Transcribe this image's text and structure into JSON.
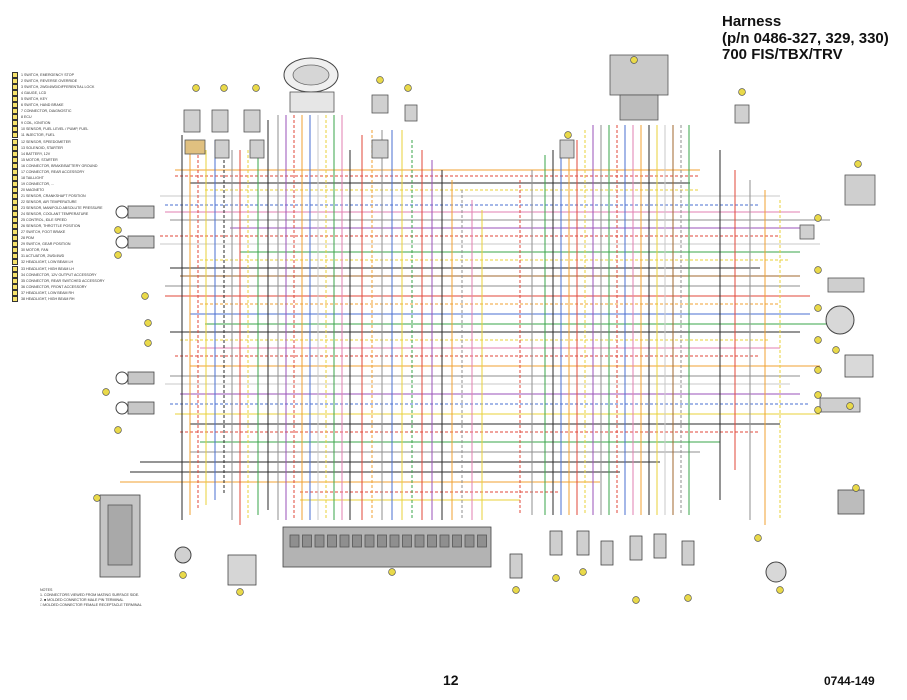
{
  "title": {
    "line1": "Harness",
    "line2": "(p/n 0486-327, 329, 330)",
    "line3": "700 FIS/TBX/TRV"
  },
  "page_number": "12",
  "doc_code": "0744-149",
  "legend": {
    "items": [
      "1  SWITCH, EMERGENCY STOP",
      "2  SWITCH, REVERSE OVERRIDE",
      "3  SWITCH, 2WD/4WD/DIFFERENTIAL LOCK",
      "4  GAUGE, LCD",
      "5  SWITCH, KEY",
      "6  SWITCH, HAND BRAKE",
      "7  CONNECTOR, DIAGNOSTIC",
      "8  ECU",
      "9  COIL, IGNITION",
      "10  SENSOR, FUEL LEVEL / PUMP, FUEL",
      "11  INJECTOR, FUEL",
      "12  SENSOR, SPEEDOMETER",
      "13  SOLENOID, STARTER",
      "14  BATTERY, 12V",
      "15  MOTOR, STARTER",
      "16  CONNECTOR, BRAKE/BATTERY GROUND",
      "17  CONNECTOR, REAR ACCESSORY",
      "18  TAILLIGHT",
      "19  CONNECTOR, ...",
      "20  MAGNETO",
      "21  SENSOR, CRANKSHAFT POSITION",
      "22  SENSOR, AIR TEMPERATURE",
      "23  SENSOR, MANIFOLD ABSOLUTE PRESSURE",
      "24  SENSOR, COOLANT TEMPERATURE",
      "25  CONTROL, IDLE SPEED",
      "26  SENSOR, THROTTLE POSITION",
      "27  SWITCH, FOOT BRAKE",
      "28  PDM",
      "29  SWITCH, GEAR POSITION",
      "30  MOTOR, FAN",
      "31  ACTUATOR, 2WD/4WD",
      "32  HEADLIGHT, LOW BEAM LH",
      "33  HEADLIGHT, HIGH BEAM LH",
      "34  CONNECTOR, 12V OUTPUT ACCESSORY",
      "35  CONNECTOR, REAR SWITCHED ACCESSORY",
      "36  CONNECTOR, FRONT ACCESSORY",
      "37  HEADLIGHT, LOW BEAM RH",
      "38  HEADLIGHT, HIGH BEAM RH"
    ]
  },
  "notes": [
    "NOTES",
    "1. CONNECTORS VIEWED FROM MATING SURFACE SIDE.",
    "2. ■ MOLDED CONNECTOR MALE PIN TERMINAL",
    "   □ MOLDED CONNECTOR FEMALE RECEPTACLE TERMINAL"
  ],
  "colors": {
    "black": "#2b2b2b",
    "red": "#e0473a",
    "orange": "#f0a030",
    "yellow": "#e8d23a",
    "green": "#3aa64a",
    "blue": "#4a6fd0",
    "purple": "#9a52b8",
    "pink": "#e27fb0",
    "brown": "#a0672e",
    "gray": "#8f8f8f",
    "white_wire": "#c9c9c9",
    "callout": "#e9d94a"
  }
}
